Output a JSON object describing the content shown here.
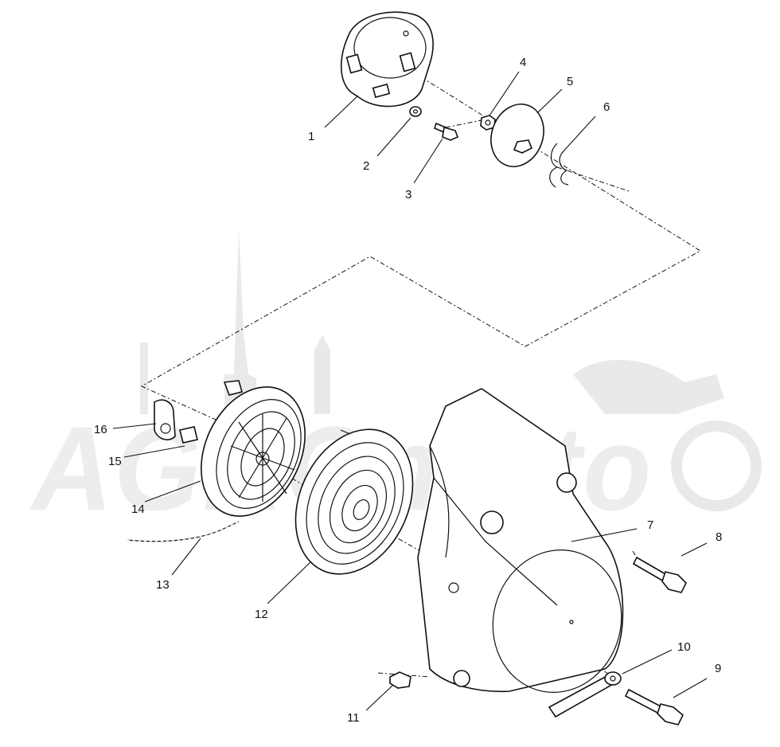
{
  "watermark": {
    "text": "AGROmoto"
  },
  "callouts": {
    "c1": "1",
    "c2": "2",
    "c3": "3",
    "c4": "4",
    "c5": "5",
    "c6": "6",
    "c7": "7",
    "c8": "8",
    "c9": "9",
    "c10": "10",
    "c11": "11",
    "c12": "12",
    "c13": "13",
    "c14": "14",
    "c15": "15",
    "c16": "16"
  }
}
